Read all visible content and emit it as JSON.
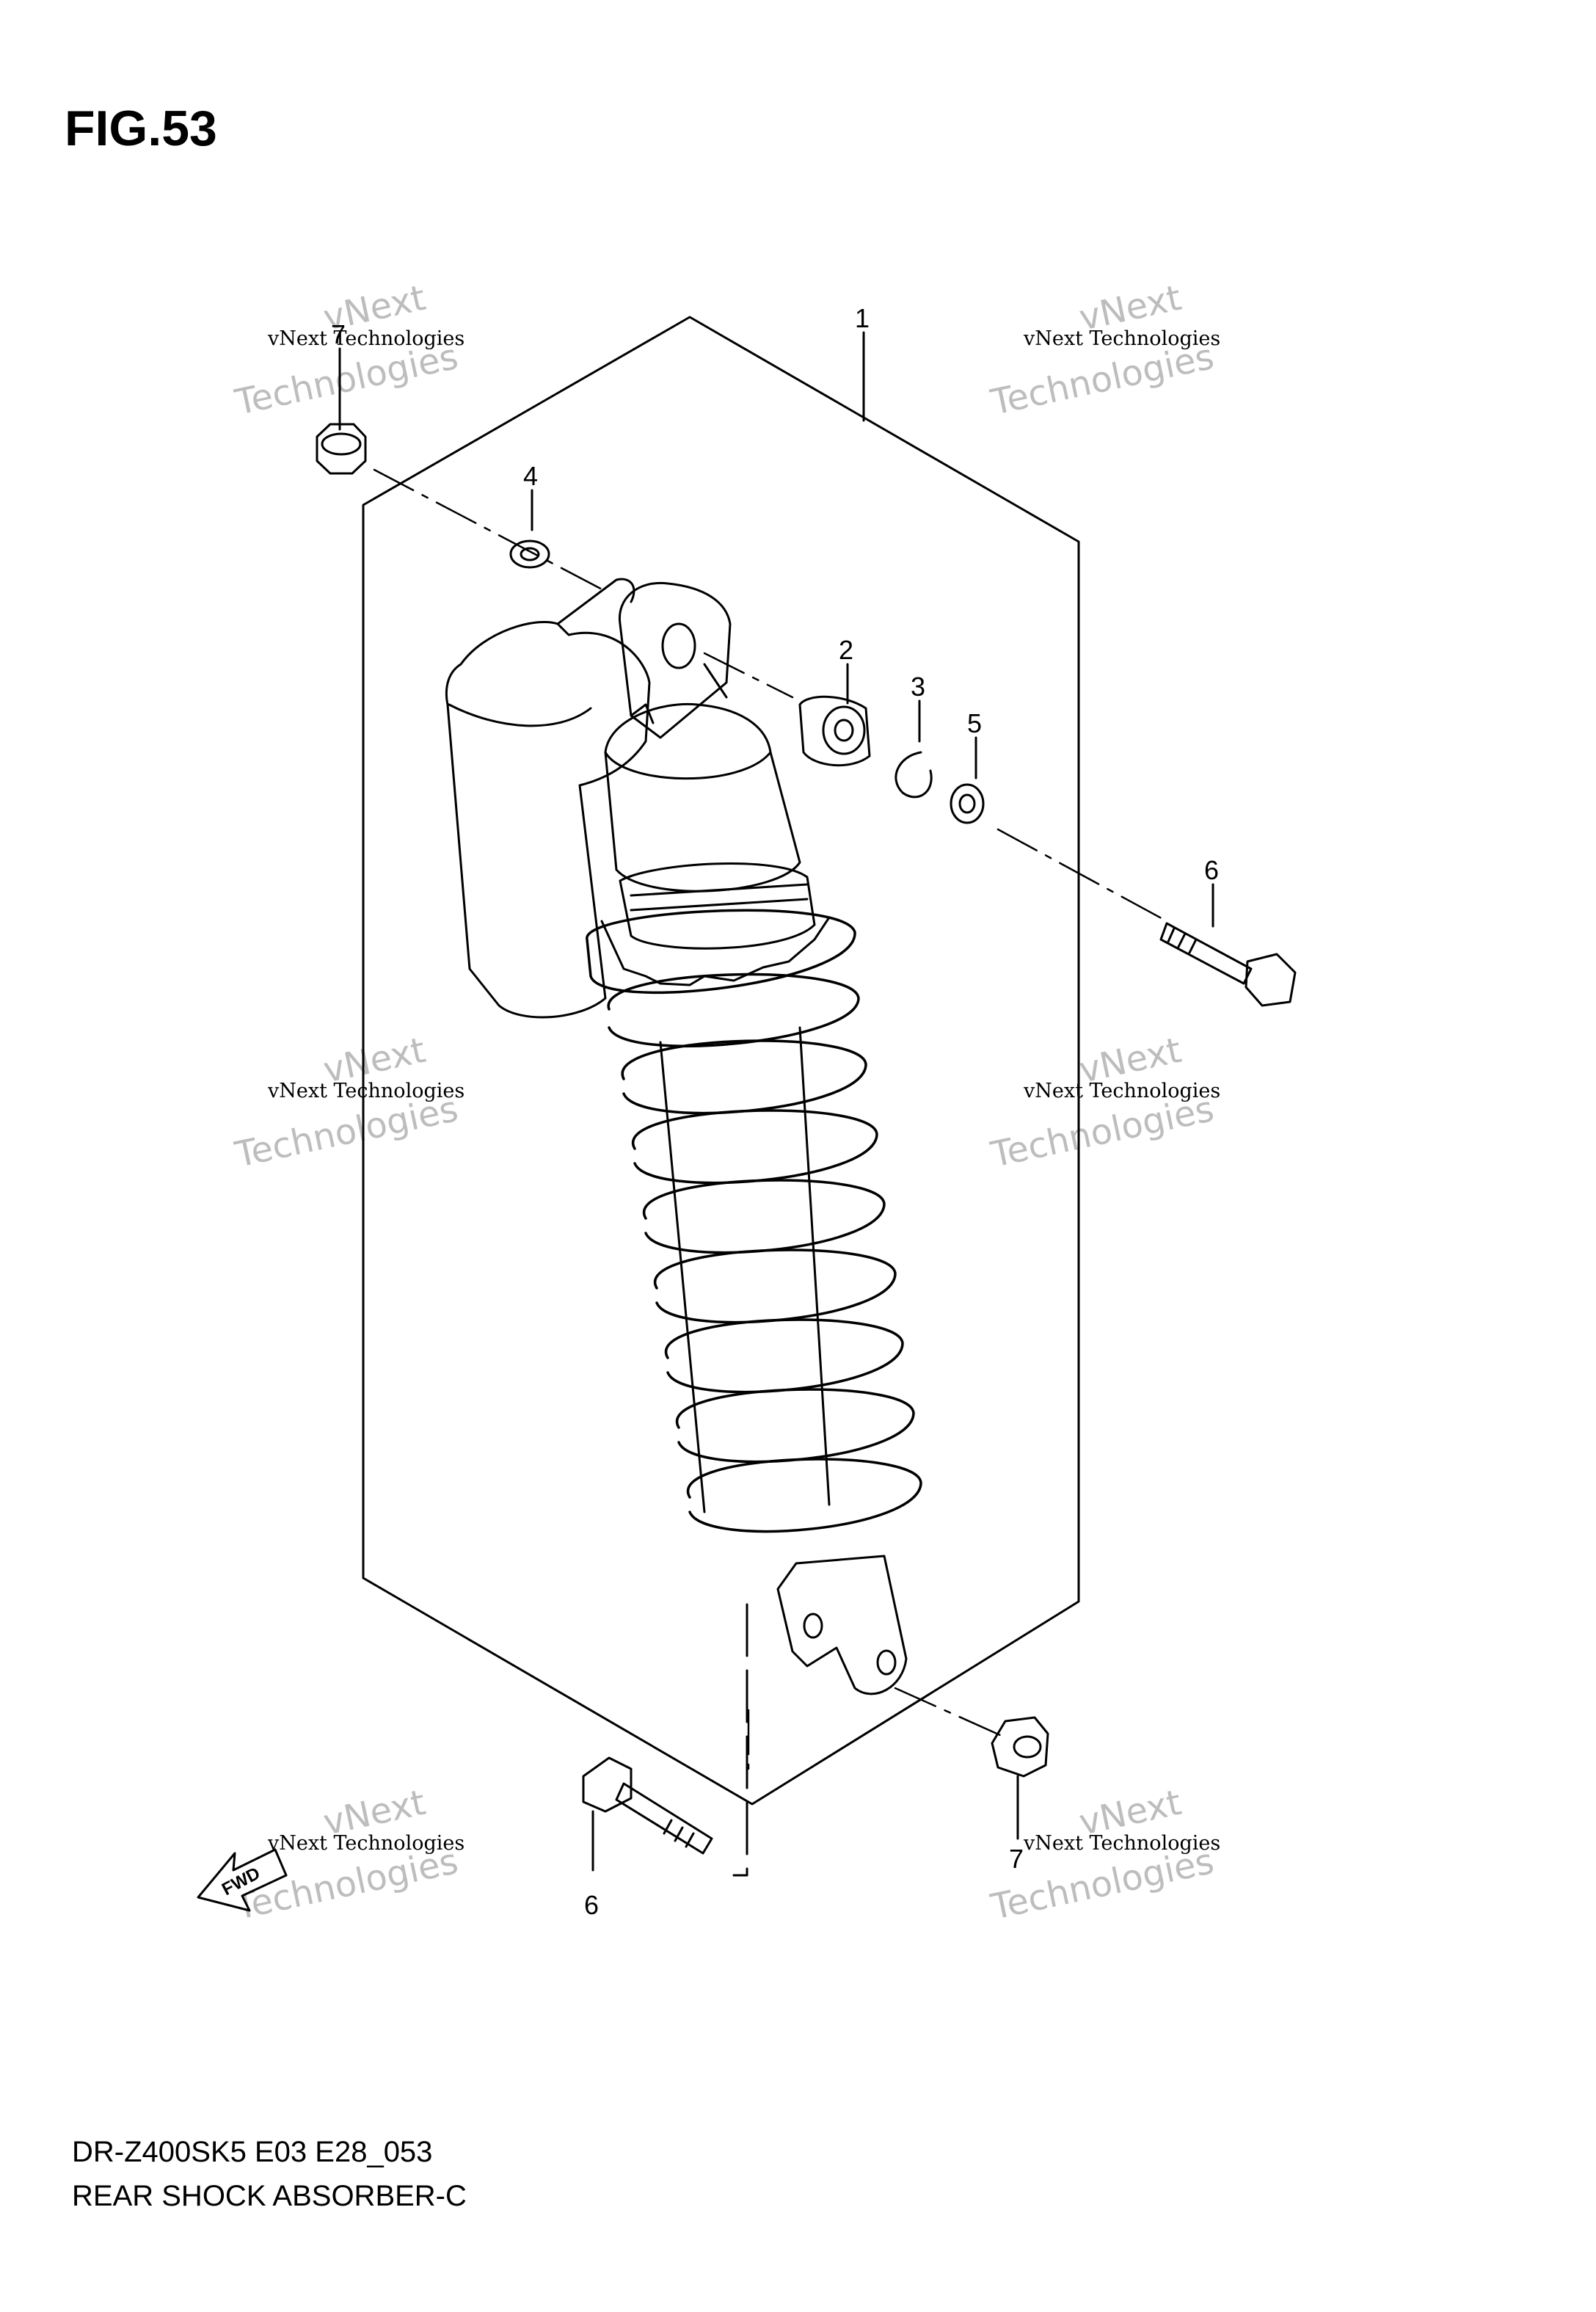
{
  "figure": {
    "title": "FIG.53"
  },
  "callouts": [
    "1",
    "2",
    "3",
    "4",
    "5",
    "6",
    "6",
    "7",
    "7"
  ],
  "fwd_label": "FWD",
  "watermark": {
    "line1": "vNext Technologies",
    "line2": "vNext",
    "line3": "Technologies"
  },
  "footer": {
    "model_code": "DR-Z400SK5 E03 E28_053",
    "caption": "REAR SHOCK ABSORBER-C"
  },
  "colors": {
    "ink": "#000000",
    "paper": "#ffffff",
    "watermark": "#bdbdbd"
  }
}
